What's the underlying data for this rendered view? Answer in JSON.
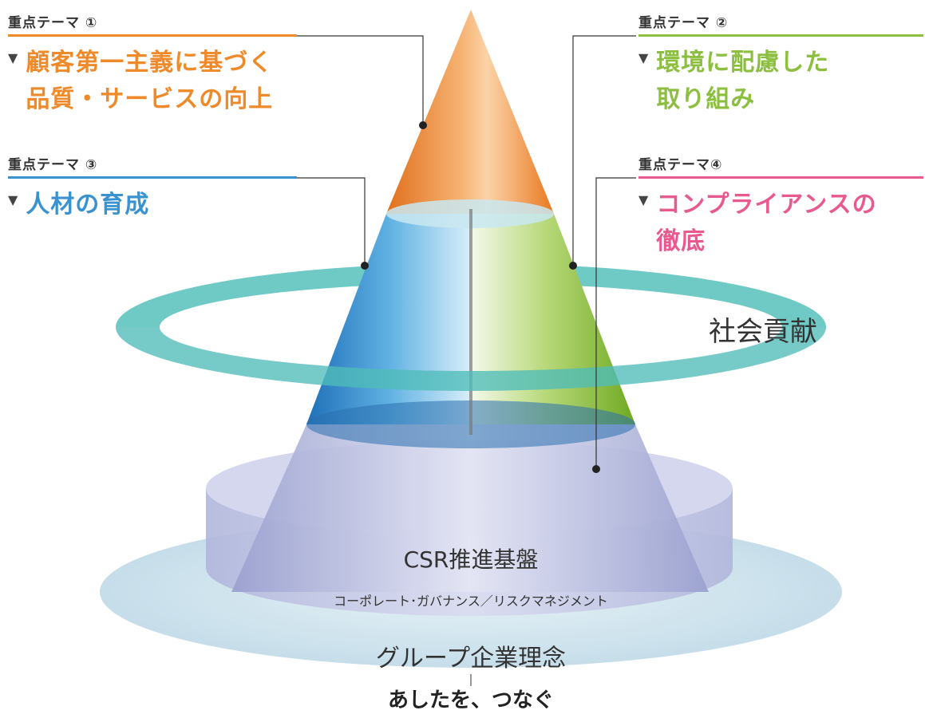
{
  "themes": [
    {
      "heading": "重点テーマ ①",
      "lines": [
        "顧客第一主義に基づく",
        "品質・サービスの向上"
      ],
      "color": "#ef8a2a"
    },
    {
      "heading": "重点テーマ ②",
      "lines": [
        "環境に配慮した",
        "取り組み"
      ],
      "color": "#8cbf3f"
    },
    {
      "heading": "重点テーマ ③",
      "lines": [
        "人材の育成"
      ],
      "color": "#3a92d0"
    },
    {
      "heading": "重点テーマ④",
      "lines": [
        "コンプライアンスの",
        "徹底"
      ],
      "color": "#e85a8f"
    }
  ],
  "arrow_glyph": "▼",
  "ring_label": "社会貢献",
  "base": {
    "title": "CSR推進基盤",
    "subtitle": "コーポレート･ガバナンス／リスクマネジメント"
  },
  "philosophy": {
    "title": "グループ企業理念",
    "slogan": "あしたを、つなぐ"
  },
  "colors": {
    "orange": "#ef8a2a",
    "green": "#8cbf3f",
    "blue": "#3a92d0",
    "pink": "#e85a8f",
    "ring": "#5fc4c0",
    "base": "#b7bde0",
    "disc": "#cfe4ee"
  }
}
